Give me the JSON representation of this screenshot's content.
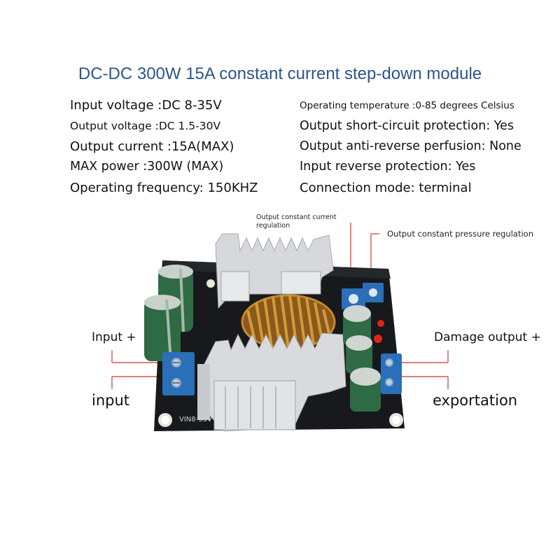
{
  "title": "DC-DC 300W 15A constant current step-down module",
  "specs_left": [
    "Input voltage :DC 8-35V",
    "Output voltage :DC 1.5-30V",
    "Output current :15A(MAX)",
    "MAX power :300W (MAX)",
    "Operating frequency: 150KHZ"
  ],
  "specs_right": [
    "Operating temperature :0-85 degrees Celsius",
    "Output short-circuit protection: Yes",
    "Output anti-reverse perfusion: None",
    "Input reverse protection: Yes",
    "Connection mode: terminal"
  ],
  "callouts": {
    "cc_line1": "Output constant current",
    "cc_line2": "regulation",
    "cv": "Output constant pressure regulation",
    "input_plus": "Input +",
    "input": "input",
    "damage_output": "Damage output +",
    "exportation": "exportation"
  },
  "board_silkscreen": "VIN8-35V",
  "colors": {
    "title": "#2d5486",
    "board": "#17191c",
    "terminal": "#2a6fb8",
    "capacitor": "#2f6b45",
    "callout_line": "#d9534f",
    "heatsink": "#d6d8dc"
  }
}
